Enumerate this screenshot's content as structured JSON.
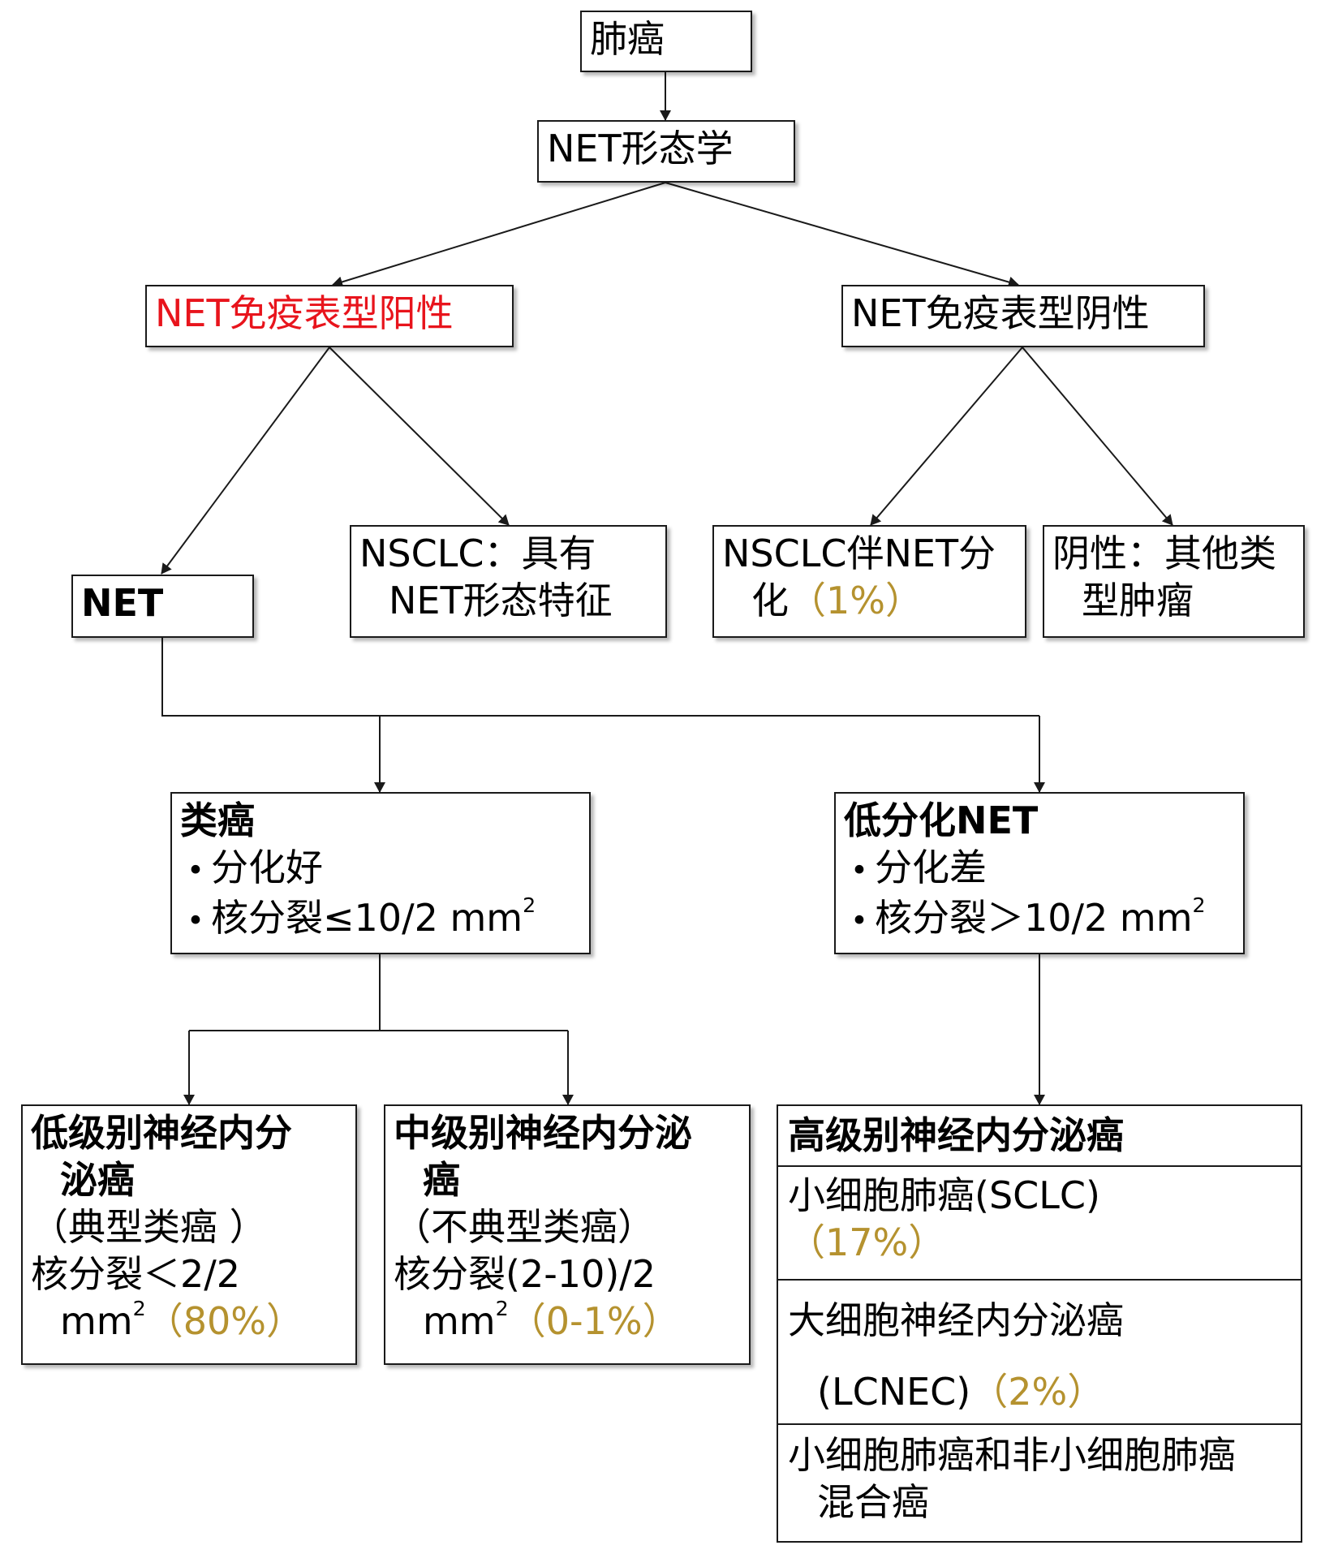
{
  "root": {
    "label": "肺癌"
  },
  "morph": {
    "label": "NET形态学"
  },
  "pos": {
    "label": "NET免疫表型阳性"
  },
  "neg": {
    "label": "NET免疫表型阴性"
  },
  "net": {
    "label": "NET"
  },
  "nsclc_feat": {
    "line1": "NSCLC：具有",
    "line2": "NET形态特征"
  },
  "nsclc_diff": {
    "line1": "NSCLC伴NET分",
    "line2": "化",
    "pct": "（1%）"
  },
  "other": {
    "line1": "阴性：其他类",
    "line2": "型肿瘤"
  },
  "carcinoid": {
    "title": "类癌",
    "b1": "分化好",
    "b2_text": "核分裂≤10/2 mm",
    "b2_sup": "2"
  },
  "poor": {
    "title": "低分化NET",
    "b1": "分化差",
    "b2_text": "核分裂＞10/2 mm",
    "b2_sup": "2"
  },
  "low": {
    "title1": "低级别神经内分",
    "title2": "泌癌",
    "sub": "（典型类癌 ）",
    "mit": "核分裂＜2/2",
    "unit": "mm",
    "sup": "2",
    "pct": "（80%）"
  },
  "mid": {
    "title1": "中级别神经内分泌",
    "title2": "癌",
    "sub": "（不典型类癌）",
    "mit": "核分裂(2-10)/2",
    "unit": "mm",
    "sup": "2",
    "pct": "（0-1%）"
  },
  "high": {
    "title": "高级别神经内分泌癌",
    "sclc": "小细胞肺癌(SCLC)",
    "sclc_pct": "（17%）",
    "lcnec1": "大细胞神经内分泌癌",
    "lcnec2": "(LCNEC)",
    "lcnec_pct": "（2%）",
    "mixed1": "小细胞肺癌和非小细胞肺癌",
    "mixed2": "混合癌"
  }
}
